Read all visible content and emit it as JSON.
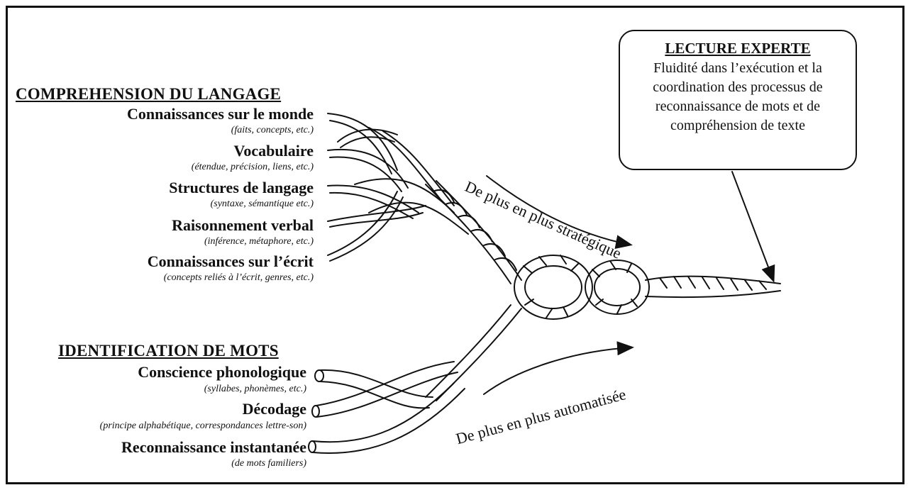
{
  "comprehension": {
    "heading": "COMPREHENSION DU LANGAGE",
    "items": [
      {
        "label": "Connaissances sur le monde",
        "detail": "(faits, concepts, etc.)"
      },
      {
        "label": "Vocabulaire",
        "detail": "(étendue, précision, liens, etc.)"
      },
      {
        "label": "Structures de langage",
        "detail": "(syntaxe, sémantique etc.)"
      },
      {
        "label": "Raisonnement verbal",
        "detail": "(inférence, métaphore, etc.)"
      },
      {
        "label": "Connaissances sur l’écrit",
        "detail": "(concepts reliés à l’écrit, genres, etc.)"
      }
    ]
  },
  "identification": {
    "heading": "IDENTIFICATION DE MOTS",
    "items": [
      {
        "label": "Conscience phonologique",
        "detail": "(syllabes, phonèmes, etc.)"
      },
      {
        "label": "Décodage",
        "detail": "(principe alphabétique, correspondances lettre-son)"
      },
      {
        "label": "Reconnaissance instantanée",
        "detail": "(de mots familiers)"
      }
    ]
  },
  "expert": {
    "title": "LECTURE EXPERTE",
    "description": "Fluidité dans l’exécution et la coordination des processus de reconnaissance de mots et de compréhension de texte"
  },
  "arrows": {
    "strategic": "De plus en plus stratégique",
    "automatic": "De plus en plus automatisée"
  }
}
